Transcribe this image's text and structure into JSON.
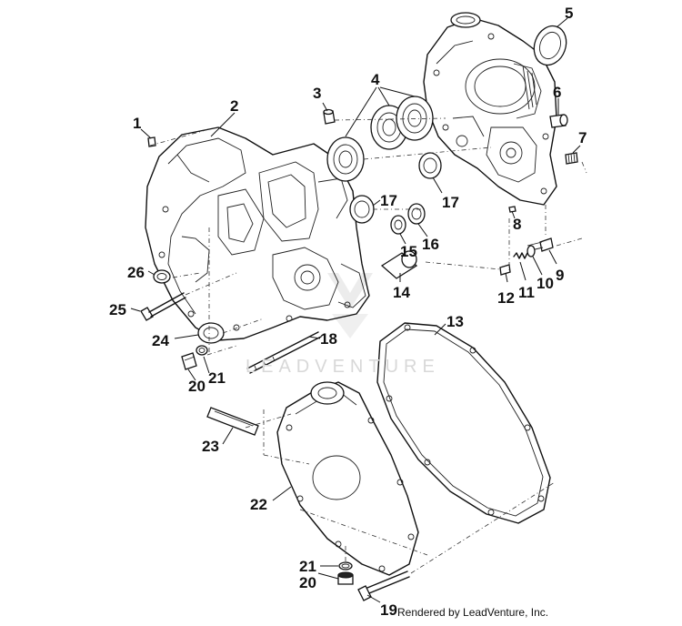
{
  "diagram": {
    "callouts": [
      {
        "id": "c1",
        "label": "1"
      },
      {
        "id": "c2",
        "label": "2"
      },
      {
        "id": "c3",
        "label": "3"
      },
      {
        "id": "c4",
        "label": "4"
      },
      {
        "id": "c5",
        "label": "5"
      },
      {
        "id": "c6",
        "label": "6"
      },
      {
        "id": "c7",
        "label": "7"
      },
      {
        "id": "c8",
        "label": "8"
      },
      {
        "id": "c9",
        "label": "9"
      },
      {
        "id": "c10",
        "label": "10"
      },
      {
        "id": "c11",
        "label": "11"
      },
      {
        "id": "c12",
        "label": "12"
      },
      {
        "id": "c13",
        "label": "13"
      },
      {
        "id": "c14",
        "label": "14"
      },
      {
        "id": "c15",
        "label": "15"
      },
      {
        "id": "c16",
        "label": "16"
      },
      {
        "id": "c17a",
        "label": "17"
      },
      {
        "id": "c17b",
        "label": "17"
      },
      {
        "id": "c18",
        "label": "18"
      },
      {
        "id": "c19",
        "label": "19"
      },
      {
        "id": "c20a",
        "label": "20"
      },
      {
        "id": "c20b",
        "label": "20"
      },
      {
        "id": "c21a",
        "label": "21"
      },
      {
        "id": "c21b",
        "label": "21"
      },
      {
        "id": "c22",
        "label": "22"
      },
      {
        "id": "c23",
        "label": "23"
      },
      {
        "id": "c24",
        "label": "24"
      },
      {
        "id": "c25",
        "label": "25"
      },
      {
        "id": "c26",
        "label": "26"
      }
    ],
    "watermark": "LEADVENTURE",
    "footer": "Rendered by LeadVenture, Inc."
  }
}
